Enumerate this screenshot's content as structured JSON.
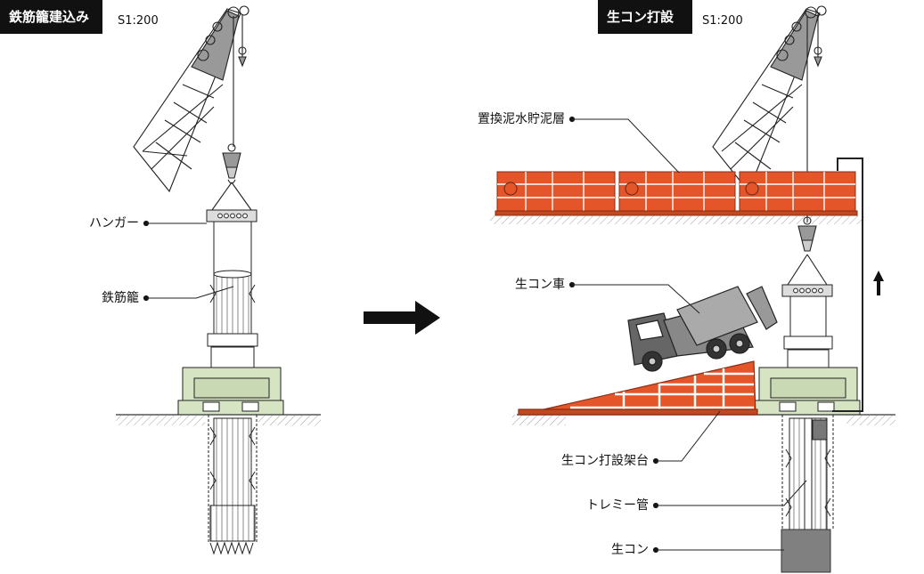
{
  "left_panel": {
    "title": "鉄筋籠建込み",
    "scale": "S1:200",
    "labels": {
      "hanger": "ハンガー",
      "rebar_cage": "鉄筋籠"
    }
  },
  "right_panel": {
    "title": "生コン打設",
    "scale": "S1:200",
    "labels": {
      "slurry_tank": "置換泥水貯泥層",
      "mixer_truck": "生コン車",
      "pour_platform": "生コン打設架台",
      "tremie_pipe": "トレミー管",
      "concrete": "生コン"
    }
  },
  "colors": {
    "orange": "#e4552a",
    "orange_dark": "#b8401c",
    "green": "#d6e4c4",
    "gray": "#7f7f7f",
    "label_bg": "#111111"
  },
  "icons": {
    "transition": "right-arrow-icon",
    "flow": "up-arrow-icon"
  }
}
